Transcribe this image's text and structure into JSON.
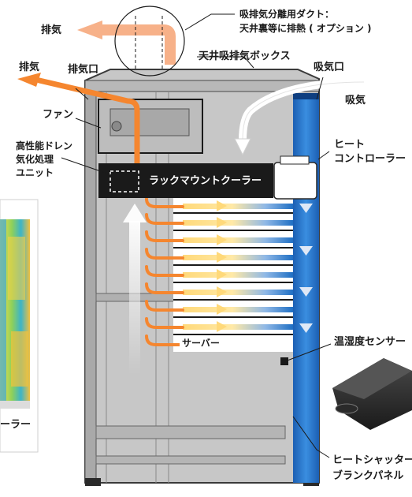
{
  "labels": {
    "exhaust_top": "排気",
    "duct_line1": "吸排気分離用ダクト：",
    "duct_line2": "天井裏等に排熱 ( オプション )",
    "exhaust_left": "排気",
    "exhaust_port": "排気口",
    "ceiling_box": "天井吸排気ボックス",
    "intake_port": "吸気口",
    "intake": "吸気",
    "fan": "ファン",
    "drain_line1": "高性能ドレン",
    "drain_line2": "気化処理",
    "drain_line3": "ユニット",
    "heat_line1": "ヒート",
    "heat_line2": "コントローラー",
    "cooler": "ラックマウントクーラー",
    "server": "サーバー",
    "sensor": "温湿度センサー",
    "left_caption": "ーラー",
    "shutter_line1": "ヒートシャッター",
    "shutter_line2": "ブランクパネル"
  },
  "colors": {
    "hot_air": "#f5862f",
    "cool_air": "#1f6fc4",
    "rack_body": "#c9c9c9",
    "cooler_unit": "#1a1a1a"
  }
}
